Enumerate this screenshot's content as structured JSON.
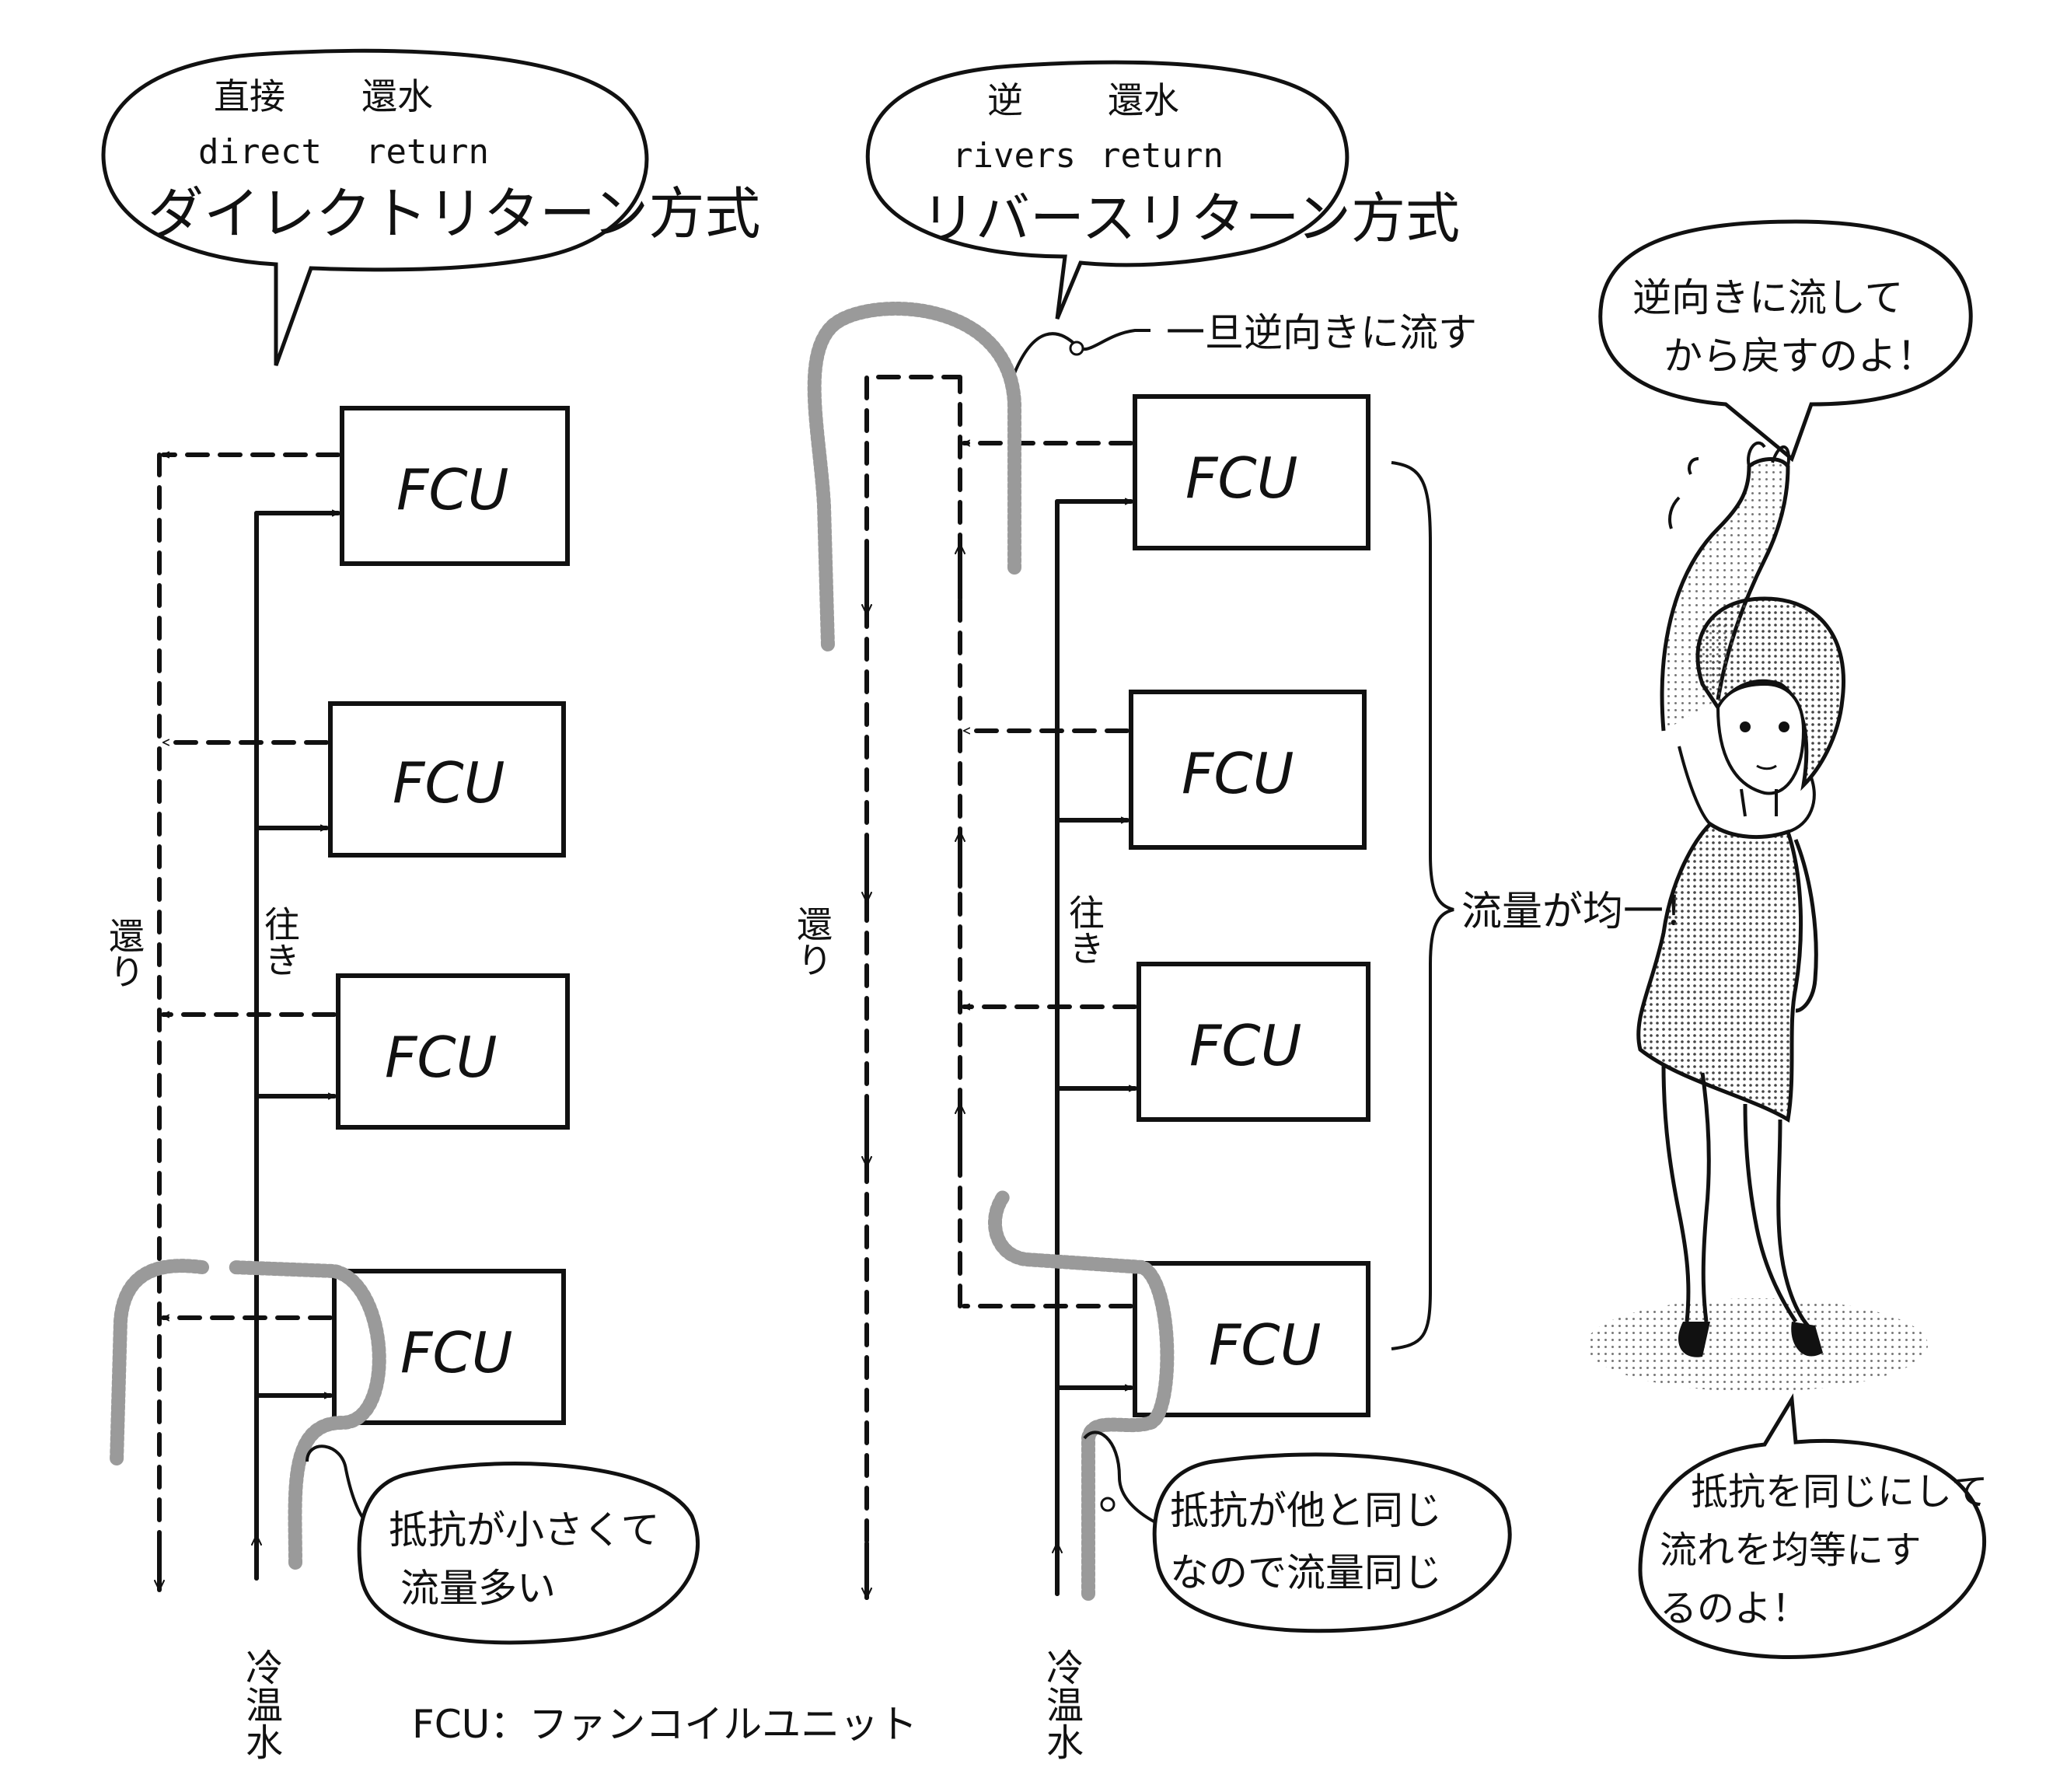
{
  "left_panel": {
    "title_kanji_1": "直接",
    "title_kanji_2": "還水",
    "title_roman_1": "direct",
    "title_roman_2": "return",
    "title_main": "ダイレクトリターン方式",
    "supply_label": "往き",
    "return_label": "還り",
    "source_label": "冷温水",
    "note_text_line1": "抵抗が小さくて",
    "note_text_line2": "流量多い"
  },
  "right_panel": {
    "title_kanji_1": "逆",
    "title_kanji_2": "還水",
    "title_roman_1": "rivers",
    "title_roman_2": "return",
    "title_main": "リバースリターン方式",
    "reverse_note": "一旦逆向きに流す",
    "supply_label": "往き",
    "return_label": "還り",
    "source_label": "冷温水",
    "uniform_note": "流量が均一！",
    "note_text_line1": "抵抗が他と同じ",
    "note_text_line2": "なので流量同じ"
  },
  "units": [
    "FCU",
    "FCU",
    "FCU",
    "FCU",
    "FCU",
    "FCU",
    "FCU",
    "FCU"
  ],
  "legend": "FCU：ファンコイルユニット",
  "character": {
    "speech_top_line1": "逆向きに流して",
    "speech_top_line2": "から戻すのよ！",
    "speech_bottom_line1": "抵抗を同じにして",
    "speech_bottom_line2": "流れを均等にす",
    "speech_bottom_line3": "るのよ！"
  }
}
